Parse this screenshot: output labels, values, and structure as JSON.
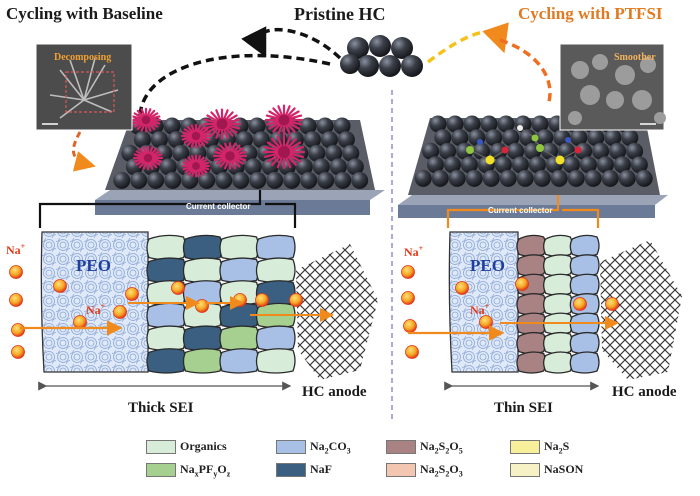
{
  "titles": {
    "left": "Cycling with Baseline",
    "center": "Pristine HC",
    "right": "Cycling with PTFSI"
  },
  "sem": {
    "left_label": "Decomposing",
    "right_label": "Smoother"
  },
  "current_collector": "Current collector",
  "peo_label": "PEO",
  "na_label": "Na",
  "na_charge": "+",
  "bottom_labels": {
    "thick_sei": "Thick SEI",
    "thin_sei": "Thin SEI",
    "hc_anode_left": "HC anode",
    "hc_anode_right": "HC anode"
  },
  "legend": [
    {
      "key": "organics",
      "label": "Organics",
      "color": "#d7ecd9"
    },
    {
      "key": "na2co3",
      "label": "Na2CO3",
      "color": "#a9c0e6"
    },
    {
      "key": "na2s2o5",
      "label": "Na2S2O5",
      "color": "#a98283"
    },
    {
      "key": "na2s",
      "label": "Na2S",
      "color": "#f8ef9a"
    },
    {
      "key": "naxpfyoz",
      "label": "NaxPFyOz",
      "color": "#a6d08f"
    },
    {
      "key": "naf",
      "label": "NaF",
      "color": "#3a5f80"
    },
    {
      "key": "na2s2o3",
      "label": "Na2S2O3",
      "color": "#f2c6b0"
    },
    {
      "key": "nason",
      "label": "NaSON",
      "color": "#f7f2c6"
    }
  ],
  "colors": {
    "baseline_arrow": "#111111",
    "ptfsi_arrow": "#f3c21d",
    "ptfsi_title": "#e07b22",
    "flower": "#d4246a",
    "sphere": "#3b3f48",
    "peo_blue": "#1f3f9e",
    "na_ion": "#f5a623"
  }
}
